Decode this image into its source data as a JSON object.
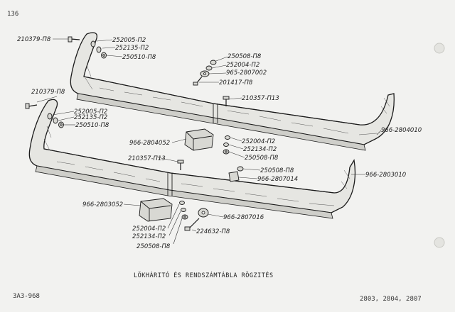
{
  "page_number": "136",
  "caption": "LÖKHÁRITÓ ÉS RENDSZÁMTÁBLA RÖGZITÉS",
  "footer_left": "ЗАЗ-968",
  "footer_right": "2803, 2804, 2807",
  "labels": {
    "bolt_top": "210379-П8",
    "top_washer_1": "252005-П2",
    "top_washer_2": "252135-П2",
    "top_nut": "250510-П8",
    "center_nut": "250508-П8",
    "center_washer": "252004-П2",
    "center_pad": "965-2807002",
    "center_bolt": "201417-П8",
    "top_screw": "210357-П13",
    "upper_bumper": "966-2804010",
    "bolt_lower": "210379-П8",
    "lower_washer_1": "252005-П2",
    "lower_washer_2": "252135-П2",
    "lower_nut": "250510-П8",
    "upper_bracket": "966-2804052",
    "mid_washer": "252004-П2",
    "mid_spring_washer": "252134-П2",
    "mid_nut": "250508-П8",
    "lower_screw": "210357-П13",
    "clip_nut": "250508-П8",
    "clip": "966-2807014",
    "lower_bumper": "966-2803010",
    "lower_bracket": "966-2803052",
    "rubber_pad": "966-2807016",
    "bot_washer": "252004-П2",
    "bot_spring_washer": "252134-П2",
    "bot_nut": "250508-П8",
    "bot_bolt": "224632-П8"
  }
}
